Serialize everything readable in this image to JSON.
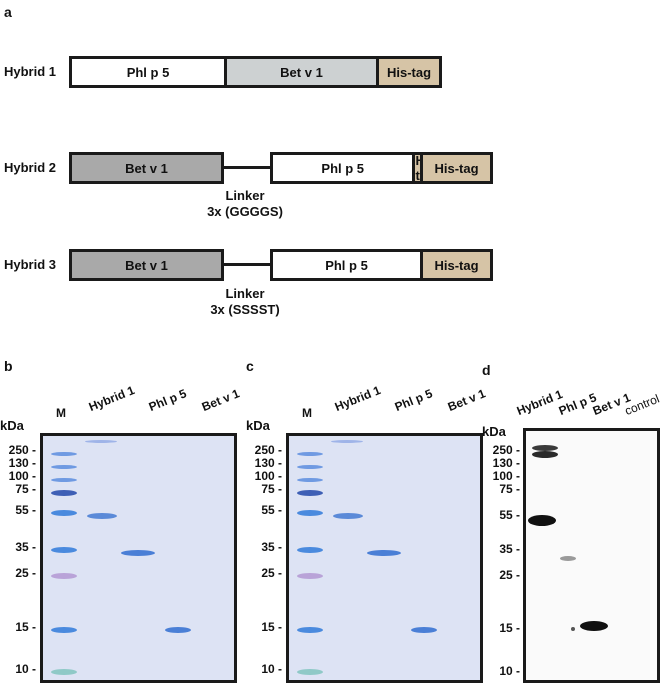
{
  "panel_a": {
    "letter": "a",
    "hybrid1": {
      "label": "Hybrid 1",
      "segments": [
        "Phl p 5",
        "Bet v 1",
        "His-tag"
      ]
    },
    "hybrid2": {
      "label": "Hybrid 2",
      "segments": [
        "Bet v 1",
        "Phl p 5",
        "His-tag"
      ],
      "linker_title": "Linker",
      "linker_seq": "3x (GGGGS)"
    },
    "hybrid3": {
      "label": "Hybrid 3",
      "segments": [
        "Bet v 1",
        "Phl p 5",
        "His-tag"
      ],
      "linker_title": "Linker",
      "linker_seq": "3x (SSSST)"
    }
  },
  "panel_b": {
    "letter": "b",
    "unit": "kDa",
    "lanes": [
      "M",
      "Hybrid 1",
      "Phl p 5",
      "Bet v 1"
    ],
    "markers": [
      "250 -",
      "130 -",
      "100 -",
      "75 -",
      "55 -",
      "35 -",
      "25 -",
      "15 -",
      "10 -"
    ]
  },
  "panel_c": {
    "letter": "c",
    "unit": "kDa",
    "lanes": [
      "M",
      "Hybrid 1",
      "Phl p 5",
      "Bet v 1"
    ],
    "markers": [
      "250 -",
      "130 -",
      "100 -",
      "75 -",
      "55 -",
      "35 -",
      "25 -",
      "15 -",
      "10 -"
    ]
  },
  "panel_d": {
    "letter": "d",
    "unit": "kDa",
    "lanes": [
      "Hybrid 1",
      "Phl p 5",
      "Bet v 1",
      "control"
    ],
    "markers": [
      "250 -",
      "130 -",
      "100 -",
      "75 -",
      "55 -",
      "35 -",
      "25 -",
      "15 -",
      "10 -"
    ]
  },
  "colors": {
    "white_segment": "#ffffff",
    "betv1_light": "#cdd1d2",
    "betv1_dark": "#a9a9a9",
    "histag": "#d6c4a6",
    "gel_blue": "#dde3f4",
    "band_blue": "#4a7fd6"
  }
}
